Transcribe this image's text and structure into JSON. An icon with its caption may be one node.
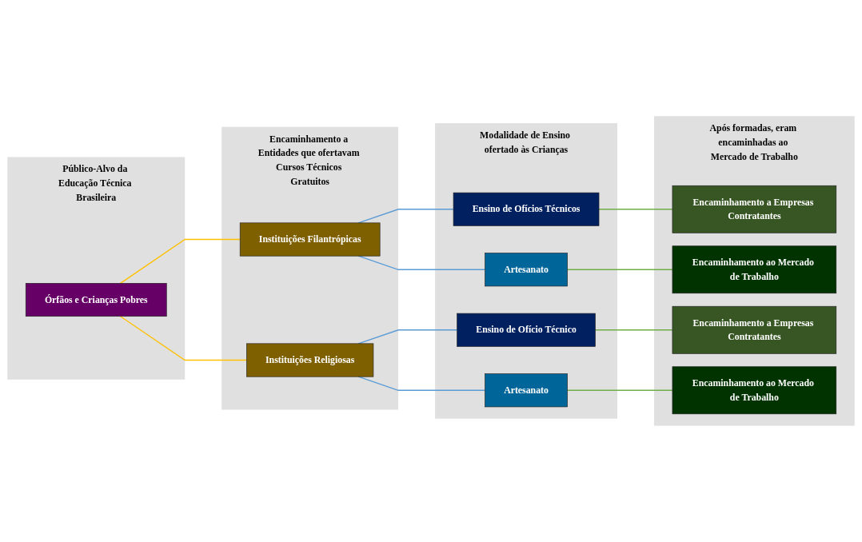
{
  "diagram": {
    "nodes": [
      {
        "text": [
          "Público-Alvo da Educação Técnica Brasileira"
        ]
      },
      {
        "text": [
          "Órfãos e Crianças Pobres"
        ],
        "in": 0
      },
      {
        "text": [
          "Encaminhamento a Entidades que ofertavam Cursos Técnicos Gratuitos"
        ]
      },
      {
        "text": [
          "Instituições Filantrópicas"
        ],
        "in": 2
      },
      {
        "text": [
          "Instituições Religiosas"
        ],
        "in": 2
      },
      {
        "text": [
          "Modalidade de Ensino ofertado às Crianças"
        ]
      },
      {
        "text": [
          "Ensino de Ofícios Técnicos"
        ],
        "in": 5
      },
      {
        "text": [
          "Artesanato"
        ],
        "in": 5
      },
      {
        "text": [
          "Ensino de Ofício Técnico"
        ],
        "in": 5
      },
      {
        "text": [
          "Artesanato"
        ],
        "in": 5
      },
      {
        "text": [
          "Após formadas, eram encaminhadas ao Mercado de Trabalho"
        ]
      },
      {
        "text": [
          "Encaminhamento a Empresas Contratantes"
        ],
        "in": 10
      },
      {
        "text": [
          "Encaminhamento ao Mercado de Trabalho"
        ],
        "in": 10
      },
      {
        "text": [
          "Encaminhamento a Empresas Contratantes"
        ],
        "in": 10
      },
      {
        "text": [
          "Encaminhamento ao Mercado de Trabalho"
        ],
        "in": 10
      }
    ],
    "edges": [
      {
        "from": 1,
        "to": 3,
        "arrow": "none",
        "color": "#ffc000"
      },
      {
        "from": 1,
        "to": 4,
        "arrow": "none",
        "color": "#ffc000"
      },
      {
        "from": 3,
        "to": 6,
        "arrow": "none",
        "color": "#5b9bd5"
      },
      {
        "from": 3,
        "to": 7,
        "arrow": "none",
        "color": "#5b9bd5"
      },
      {
        "from": 4,
        "to": 8,
        "arrow": "none",
        "color": "#5b9bd5"
      },
      {
        "from": 4,
        "to": 9,
        "arrow": "none",
        "color": "#5b9bd5"
      },
      {
        "from": 6,
        "to": 11,
        "arrow": "none",
        "color": "#70ad47"
      },
      {
        "from": 7,
        "to": 12,
        "arrow": "none",
        "color": "#70ad47"
      },
      {
        "from": 8,
        "to": 13,
        "arrow": "none",
        "color": "#70ad47"
      },
      {
        "from": 9,
        "to": 14,
        "arrow": "none",
        "color": "#70ad47"
      }
    ]
  }
}
